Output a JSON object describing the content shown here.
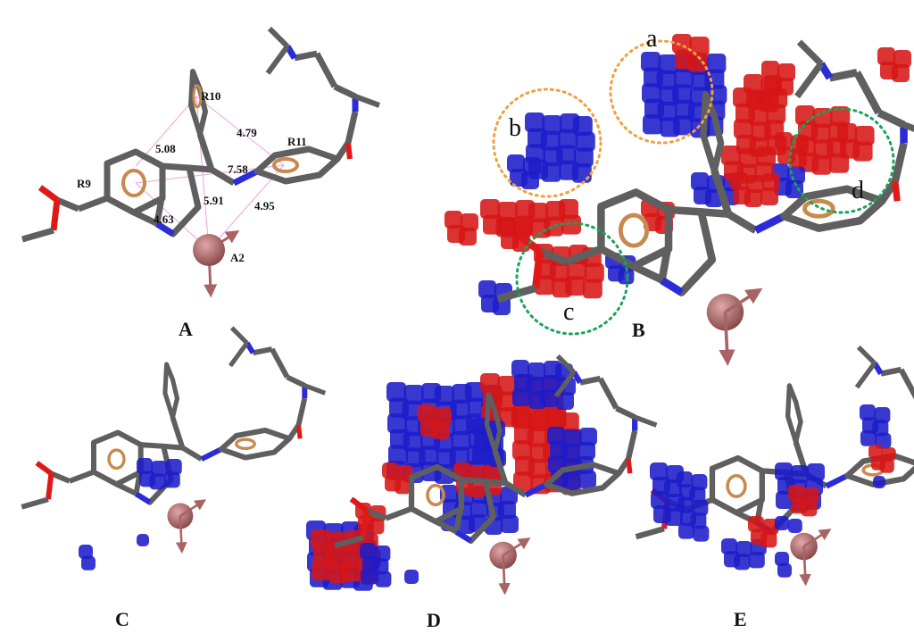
{
  "panels": {
    "A": {
      "label": "A",
      "ring_labels": [
        "R9",
        "R10",
        "R11"
      ],
      "atom_label": "A2",
      "distances": [
        "5.08",
        "4.79",
        "7.58",
        "5.91",
        "4.63",
        "4.95"
      ]
    },
    "B": {
      "label": "B",
      "regions": [
        "a",
        "b",
        "c",
        "d"
      ]
    },
    "C": {
      "label": "C"
    },
    "D": {
      "label": "D"
    },
    "E": {
      "label": "E"
    }
  },
  "colors": {
    "bond": "#5f5f5f",
    "nitrogen": "#2b2bd9",
    "oxygen": "#e01818",
    "aromatic_ring": "#c8894e",
    "hydrophobic_sphere": "#b56c6c",
    "blue_contour": "#1c1cc9",
    "red_contour": "#d61616",
    "orange_circle": "#f0a040",
    "green_circle": "#1aa35a",
    "distance_line": "#f0a0e0"
  }
}
